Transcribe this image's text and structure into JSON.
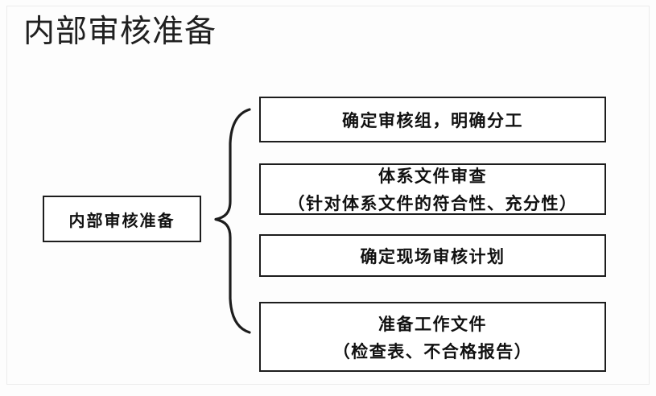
{
  "diagram": {
    "title": "内部审核准备",
    "type": "bracket-breakdown",
    "root": {
      "label": "内部审核准备"
    },
    "connector": {
      "icon": "curly-brace-icon",
      "orientation": "left-pointing",
      "color": "#1d1d1d"
    },
    "items": [
      {
        "lines": [
          "确定审核组，明确分工"
        ]
      },
      {
        "lines": [
          "体系文件审查",
          "（针对体系文件的符合性、充分性）"
        ]
      },
      {
        "lines": [
          "确定现场审核计划"
        ]
      },
      {
        "lines": [
          "准备工作文件",
          "（检查表、不合格报告）"
        ]
      }
    ],
    "colors": {
      "background": "#fdfdfd",
      "box_border": "#1d1d1d",
      "box_fill": "#ffffff",
      "text": "#111111",
      "title_text": "#202020",
      "outer_frame": "#ececec"
    }
  }
}
